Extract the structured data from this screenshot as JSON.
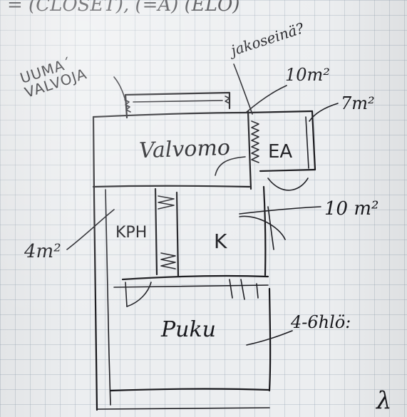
{
  "labels": {
    "top_scribble": "= (CLOSET), (=A) (ELO)",
    "unused_space": "UUMA´\nVALVOJA",
    "divider_question": "jakoseinä?",
    "area_10m2_top": "10m²",
    "area_7m2": "7m²",
    "room_valvomo": "Valvomo",
    "room_ea": "EA",
    "area_10m2_mid": "10 m²",
    "room_kph": "KPH",
    "room_k": "K",
    "area_4m2": "4m²",
    "room_puku": "Puku",
    "capacity": "4-6hlö:",
    "corner_mark": "λ"
  },
  "colors": {
    "ink": "#17171b",
    "paper": "#eceef0",
    "grid": "#96a5b4"
  }
}
